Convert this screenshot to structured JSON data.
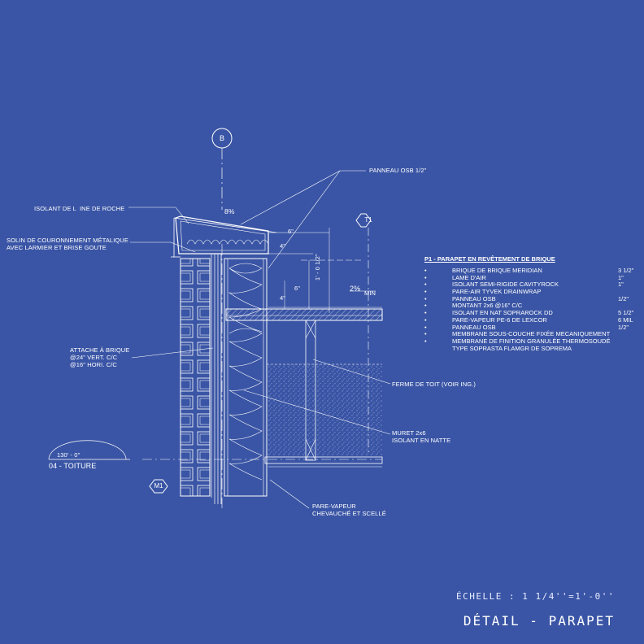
{
  "grid_bubble": {
    "label": "B"
  },
  "tags": {
    "t1": "T1",
    "m1": "M1"
  },
  "labels": {
    "panneau_osb": "PANNEAU OSB 1/2\"",
    "isolant_laine": "ISOLANT DE L  INE DE ROCHE",
    "solin": "SOLIN DE COURONNEMENT MÉTALIQUE\nAVEC LARMIER ET BRISE GOUTE",
    "attache": "ATTACHE À BRIQUE\n@24\" VERT. C/C\n@16\" HORI. C/C",
    "ferme": "FERME DE TOIT (VOIR ING.)",
    "muret": "MURET 2x6\nISOLANT EN NATTE",
    "pare_vapeur": "PARE-VAPEUR\nCHEVAUCHÉ ET SCELLÉ",
    "slope_top": "8%",
    "slope_roof": "2%",
    "slope_min": "MIN",
    "dim_6a": "6\"",
    "dim_4": "4\"",
    "dim_6b": "6\"",
    "dim_4b": "4\"",
    "dim_height": "1' - 0 1/2\"",
    "elevation": "130' - 0\"",
    "level_name": "04 - TOITURE"
  },
  "spec": {
    "title": "P1 - PARAPET EN REVÊTEMENT DE BRIQUE",
    "items": [
      {
        "bullet": "•",
        "text": "BRIQUE DE BRIQUE MERIDIAN",
        "dim": "3 1/2\""
      },
      {
        "bullet": "•",
        "text": "LAME D'AIR",
        "dim": "1\""
      },
      {
        "bullet": "•",
        "text": "ISOLANT SEMI-RIGIDE CAVITYROCK",
        "dim": "1\""
      },
      {
        "bullet": "•",
        "text": "PARE-AIR TYVEK DRAINWRAP",
        "dim": ""
      },
      {
        "bullet": "•",
        "text": "PANNEAU OSB",
        "dim": "1/2\""
      },
      {
        "bullet": "•",
        "text": "MONTANT 2x6 @16\" C/C",
        "dim": ""
      },
      {
        "bullet": "•",
        "text": "ISOLANT EN NAT SOPRAROCK DD",
        "dim": "5 1/2\""
      },
      {
        "bullet": "•",
        "text": "PARE-VAPEUR PE-6 DE LEXCOR",
        "dim": "6 MIL"
      },
      {
        "bullet": "•",
        "text": "PANNEAU OSB",
        "dim": "1/2\""
      },
      {
        "bullet": "•",
        "text": "MEMBRANE SOUS-COUCHE FIXÉE MECANIQUEMENT",
        "dim": ""
      },
      {
        "bullet": "•",
        "text": "MEMBRANE DE FINITION GRANULÉE THERMOSOUDÉ",
        "dim": ""
      },
      {
        "bullet": "",
        "text": "TYPE SOPRASTA FLAMGR DE SOPREMA",
        "dim": ""
      }
    ]
  },
  "footer": {
    "scale": "ÉCHELLE : 1 1/4''=1'-0''",
    "title": "DÉTAIL - PARAPET"
  },
  "colors": {
    "background": "#3a55a5",
    "line": "#ffffff"
  }
}
